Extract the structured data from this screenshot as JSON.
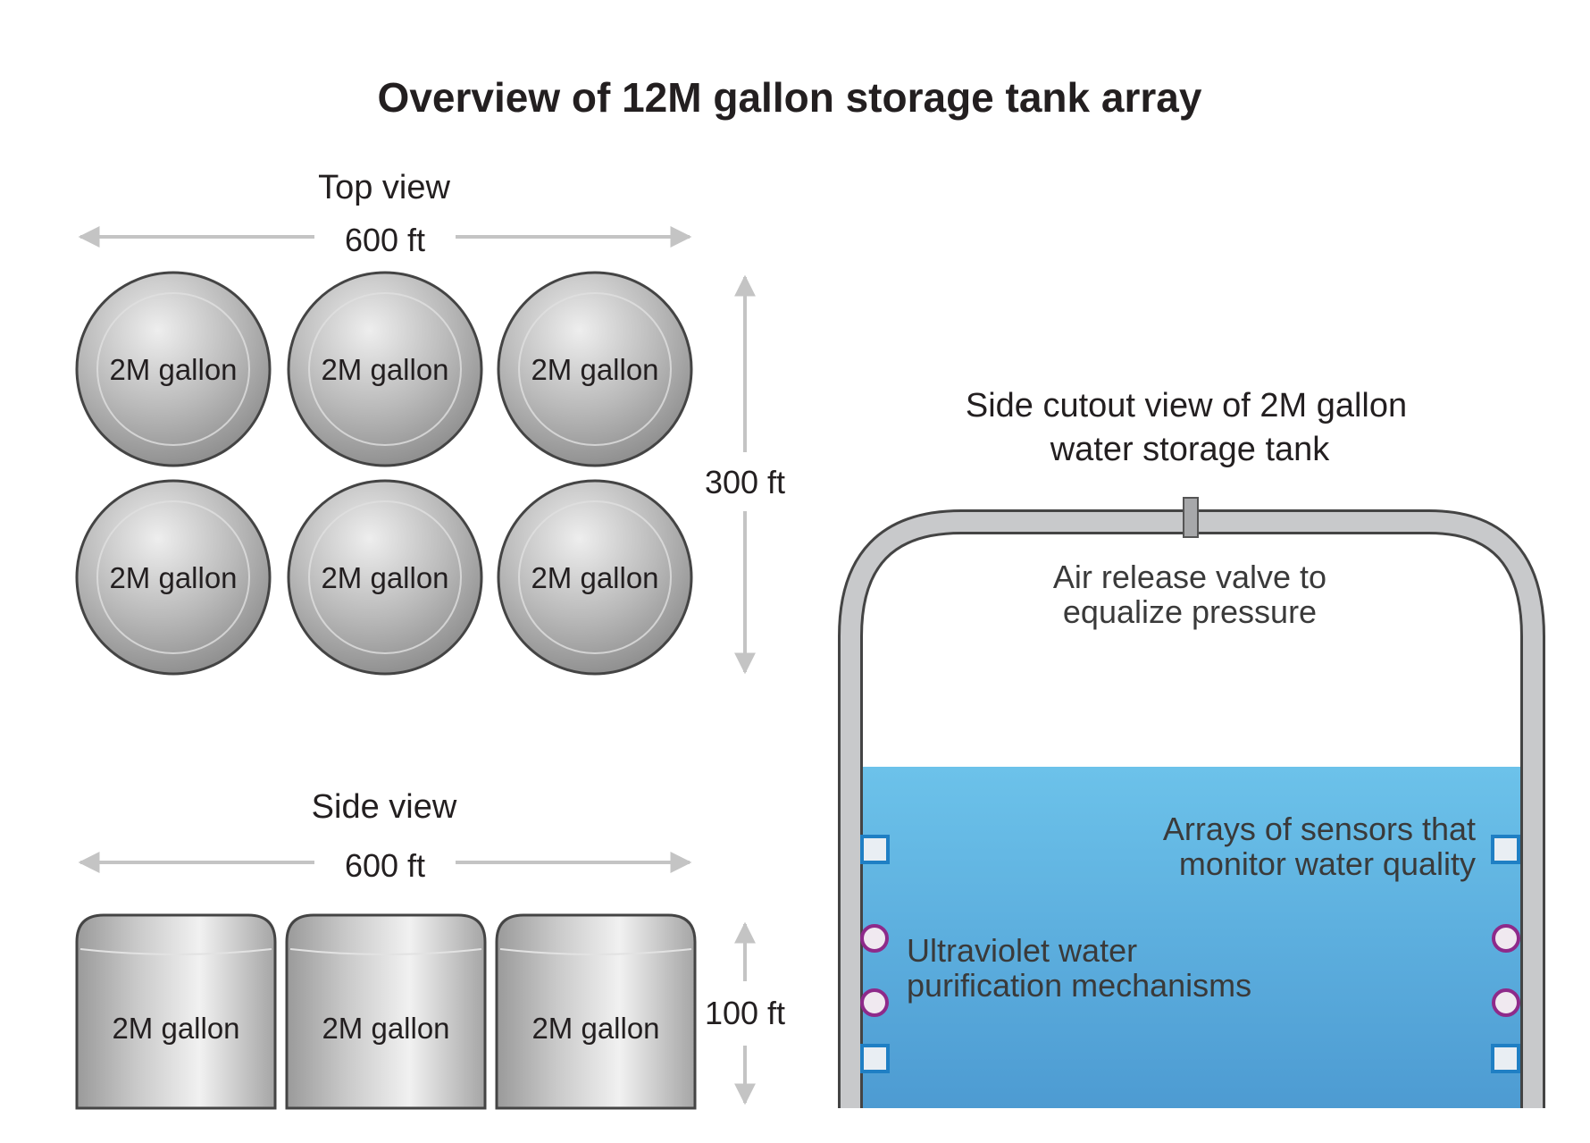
{
  "title": "Overview of 12M gallon storage tank array",
  "top_view": {
    "heading": "Top view",
    "width_label": "600 ft",
    "height_label": "300 ft",
    "tanks": [
      "2M gallon",
      "2M gallon",
      "2M gallon",
      "2M gallon",
      "2M gallon",
      "2M gallon"
    ]
  },
  "side_view": {
    "heading": "Side view",
    "width_label": "600 ft",
    "height_label": "100 ft",
    "tanks": [
      "2M gallon",
      "2M gallon",
      "2M gallon"
    ]
  },
  "cutout": {
    "heading_line1": "Side cutout view of 2M gallon",
    "heading_line2": "water storage tank",
    "valve_line1": "Air release valve to",
    "valve_line2": "equalize pressure",
    "sensors_line1": "Arrays of sensors that",
    "sensors_line2": "monitor water quality",
    "uv_line1": "Ultraviolet water",
    "uv_line2": "purification mechanisms"
  },
  "colors": {
    "water": "#5aaee0",
    "sensor": "#1f7fc4",
    "uv": "#8e2a8a",
    "tank_wall": "#c8c9cb",
    "arrow": "#c4c4c4"
  }
}
